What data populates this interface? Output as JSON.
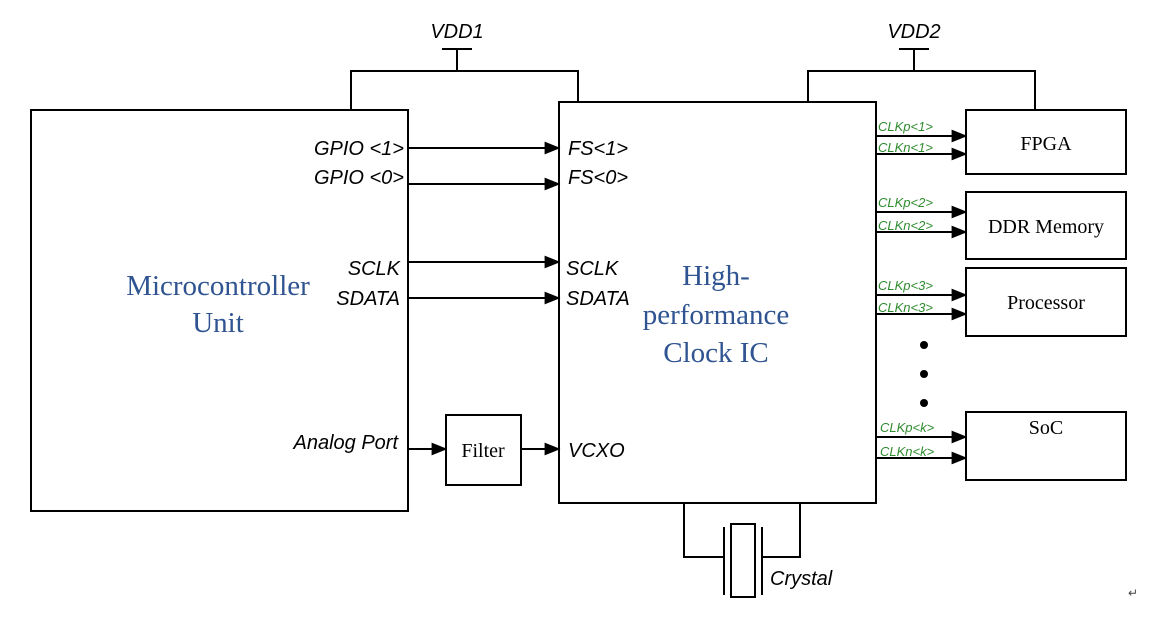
{
  "supplies": {
    "vdd1": "VDD1",
    "vdd2": "VDD2"
  },
  "mcu": {
    "title_line1": "Microcontroller",
    "title_line2": "Unit",
    "pins": {
      "gpio1": "GPIO <1>",
      "gpio0": "GPIO <0>",
      "sclk": "SCLK",
      "sdata": "SDATA",
      "analog": "Analog Port"
    }
  },
  "filter": {
    "label": "Filter"
  },
  "clock_ic": {
    "title_line1": "High-",
    "title_line2": "performance",
    "title_line3": "Clock IC",
    "pins": {
      "fs1": "FS<1>",
      "fs0": "FS<0>",
      "sclk": "SCLK",
      "sdata": "SDATA",
      "vcxo": "VCXO"
    }
  },
  "crystal": {
    "label": "Crystal"
  },
  "outputs": [
    {
      "device": "FPGA",
      "clkp": "CLKp<1>",
      "clkn": "CLKn<1>"
    },
    {
      "device": "DDR Memory",
      "clkp": "CLKp<2>",
      "clkn": "CLKn<2>"
    },
    {
      "device": "Processor",
      "clkp": "CLKp<3>",
      "clkn": "CLKn<3>"
    },
    {
      "device": "SoC",
      "clkp": "CLKp<k>",
      "clkn": "CLKn<k>"
    }
  ],
  "colors": {
    "line": "#000000",
    "title_blue": "#2f5491",
    "clk_green": "#2e8b2e"
  },
  "return_mark": "↵"
}
